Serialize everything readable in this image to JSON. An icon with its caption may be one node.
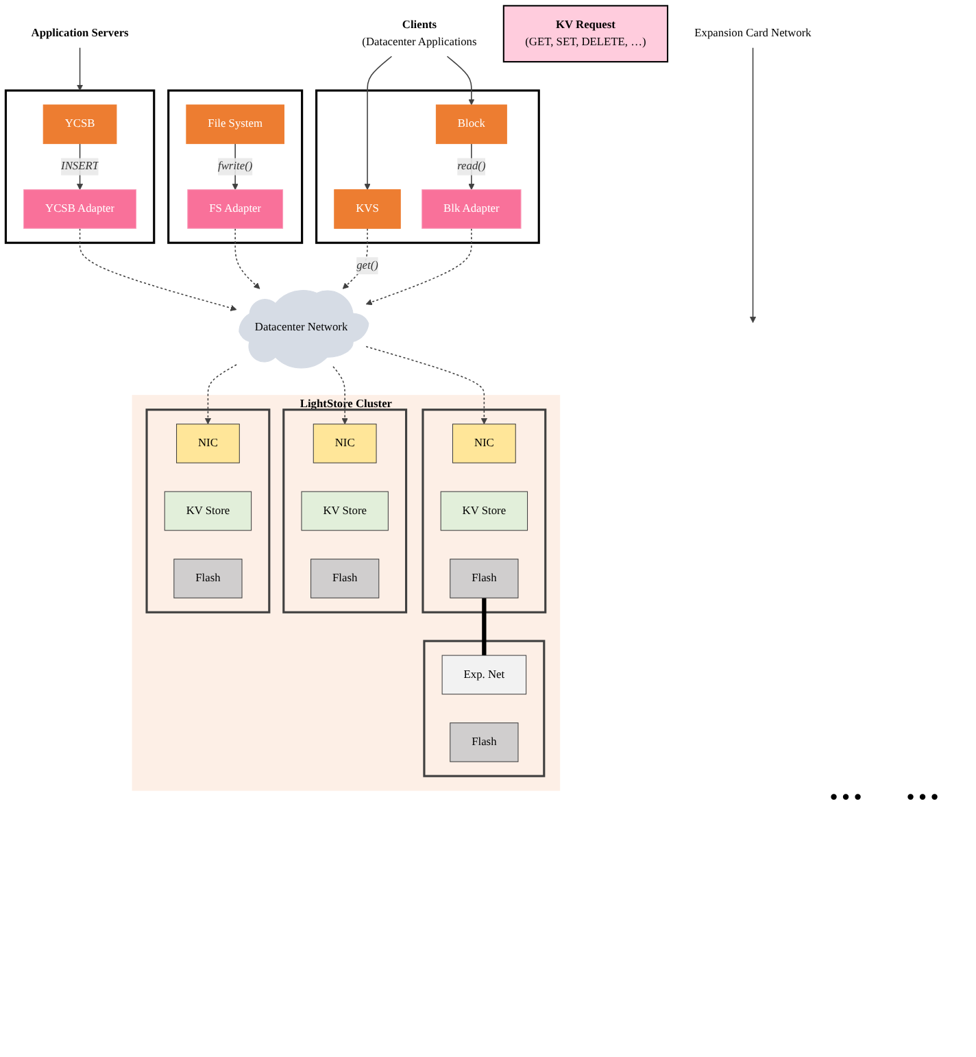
{
  "diagram": {
    "nodes": [
      {
        "text": [
          "Application Servers"
        ]
      },
      {
        "text": [],
        "shape": "box"
      },
      {
        "text": [
          "YCSB"
        ],
        "in": 1
      },
      {
        "text": [
          "YCSB Adapter"
        ],
        "in": 1
      },
      {
        "text": [],
        "shape": "box"
      },
      {
        "text": [
          "File System"
        ],
        "in": 4
      },
      {
        "text": [
          "FS Adapter"
        ],
        "in": 4
      },
      {
        "text": [
          "Clients",
          "(Datacenter Applications"
        ]
      },
      {
        "text": [],
        "shape": "box"
      },
      {
        "text": [
          "KVS"
        ],
        "in": 8
      },
      {
        "text": [
          "Block"
        ],
        "in": 8
      },
      {
        "text": [
          "Blk Adapter"
        ],
        "in": 8
      },
      {
        "text": [
          "KV Request",
          "(GET, SET, DELETE, …)"
        ]
      },
      {
        "text": [
          "Datacenter Network"
        ]
      },
      {
        "text": [
          "LightStore Cluster"
        ]
      },
      {
        "text": [],
        "shape": "box",
        "in": 14
      },
      {
        "text": [
          "NIC"
        ],
        "in": 15
      },
      {
        "text": [
          "KV Store"
        ],
        "in": 15
      },
      {
        "text": [
          "Flash"
        ],
        "in": 15
      },
      {
        "text": [],
        "shape": "box",
        "in": 14
      },
      {
        "text": [
          "NIC"
        ],
        "in": 19
      },
      {
        "text": [
          "KV Store"
        ],
        "in": 19
      },
      {
        "text": [
          "Flash"
        ],
        "in": 19
      },
      {
        "text": [],
        "shape": "box",
        "in": 14
      },
      {
        "text": [
          "NIC"
        ],
        "in": 23
      },
      {
        "text": [
          "KV Store"
        ],
        "in": 23
      },
      {
        "text": [
          "Flash"
        ],
        "in": 23
      },
      {
        "text": [],
        "shape": "box",
        "in": 14
      },
      {
        "text": [
          "Exp. Net"
        ],
        "in": 27
      },
      {
        "text": [
          "Flash"
        ],
        "in": 27
      },
      {
        "text": [
          "Expansion Card Network"
        ]
      }
    ],
    "edges": [
      {
        "from": 0,
        "to": 1,
        "arrow": "to"
      },
      {
        "from": 7,
        "to": 9,
        "arrow": "to"
      },
      {
        "from": 7,
        "to": 10,
        "arrow": "to"
      },
      {
        "from": 2,
        "to": 3,
        "arrow": "to",
        "label": "INSERT"
      },
      {
        "from": 5,
        "to": 6,
        "arrow": "to",
        "label": "fwrite()"
      },
      {
        "from": 10,
        "to": 11,
        "arrow": "to",
        "label": "read()"
      },
      {
        "from": 3,
        "to": 13,
        "arrow": "to",
        "style": "dashed"
      },
      {
        "from": 6,
        "to": 13,
        "arrow": "to",
        "style": "dashed"
      },
      {
        "from": 9,
        "to": 13,
        "arrow": "to",
        "style": "dashed",
        "label": "get()"
      },
      {
        "from": 11,
        "to": 13,
        "arrow": "to",
        "style": "dashed"
      },
      {
        "from": 13,
        "to": 16,
        "arrow": "to",
        "style": "dashed"
      },
      {
        "from": 13,
        "to": 20,
        "arrow": "to",
        "style": "dashed"
      },
      {
        "from": 13,
        "to": 24,
        "arrow": "to",
        "style": "dashed"
      },
      {
        "from": 18,
        "to": 28,
        "arrow": "none",
        "style": "thick",
        "color": "#000000"
      },
      {
        "from": 30,
        "to": null,
        "arrow": "to"
      }
    ],
    "labels": [
      "…",
      "…"
    ]
  }
}
